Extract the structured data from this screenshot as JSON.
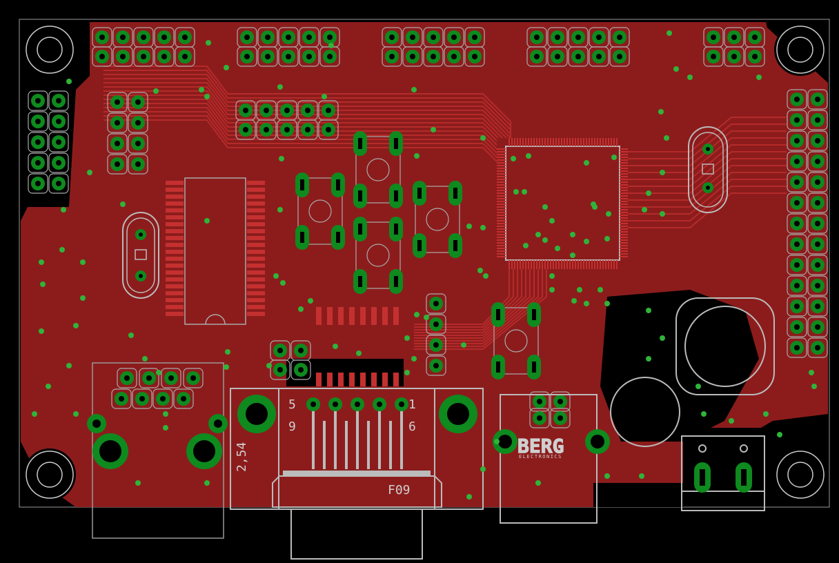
{
  "colors": {
    "background": "#000000",
    "copper": "#8c1c1c",
    "trace": "#a02424",
    "pad": "#0e8a1e",
    "via": "#2fb43a",
    "silk": "#bcbcbc",
    "drill": "#000000"
  },
  "labels": {
    "pin_5": "5",
    "pin_1": "1",
    "pin_9": "9",
    "pin_6": "6",
    "pitch": "2,54",
    "connector": "F09",
    "brand": "BERG",
    "brand_sub": "ELECTRONICS"
  }
}
